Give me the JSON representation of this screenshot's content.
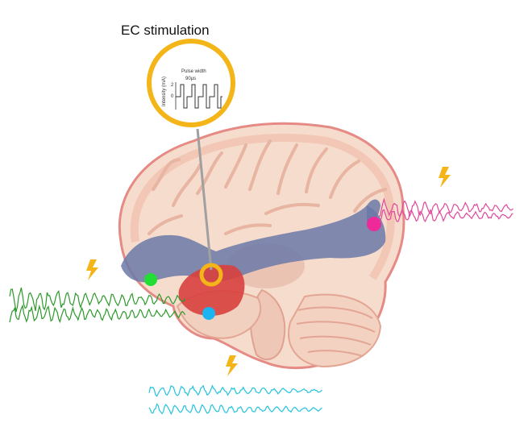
{
  "title": "EC stimulation",
  "inset": {
    "y_axis_label": "Intensity (mA)",
    "pulse_label": "Pulse width",
    "pulse_value": "90µs",
    "tick_top": "2",
    "tick_zero": "0"
  },
  "markers": [
    {
      "name": "green-recording-site",
      "color": "#22dd33"
    },
    {
      "name": "cyan-recording-site",
      "color": "#1ab4f0"
    },
    {
      "name": "magenta-recording-site",
      "color": "#ee2a9a"
    },
    {
      "name": "stimulation-site",
      "color": "#f4b518"
    }
  ],
  "traces": [
    {
      "name": "green-eeg-trace",
      "color": "#2c9a2a"
    },
    {
      "name": "cyan-eeg-trace",
      "color": "#22c4dc"
    },
    {
      "name": "magenta-eeg-trace",
      "color": "#e0489a"
    }
  ],
  "colors": {
    "brain_fill": "#f6dccd",
    "gyri": "#e9b9a6",
    "cortex_edge": "#e58a84",
    "ventricle": "#6b79a8",
    "hippocampus": "#d8403e",
    "electrode": "#a0a0a0",
    "lightning": "#f5b417"
  }
}
